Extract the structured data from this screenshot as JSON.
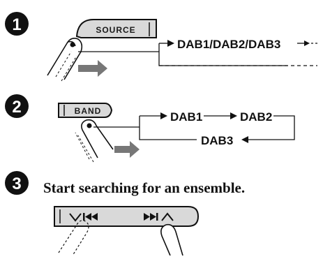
{
  "steps": [
    {
      "number": "1",
      "button_label": "SOURCE",
      "sequence": "DAB1/DAB2/DAB3"
    },
    {
      "number": "2",
      "button_label": "BAND",
      "cycle": [
        "DAB1",
        "DAB2",
        "DAB3"
      ]
    },
    {
      "number": "3",
      "instruction": "Start searching for an ensemble."
    }
  ],
  "icons": {
    "step3_left": "chevron-down-skip-back-icon",
    "step3_right": "skip-forward-chevron-up-icon"
  },
  "colors": {
    "ink": "#111111",
    "button_fill": "#d9d9d9",
    "motion_arrow": "#777777"
  }
}
